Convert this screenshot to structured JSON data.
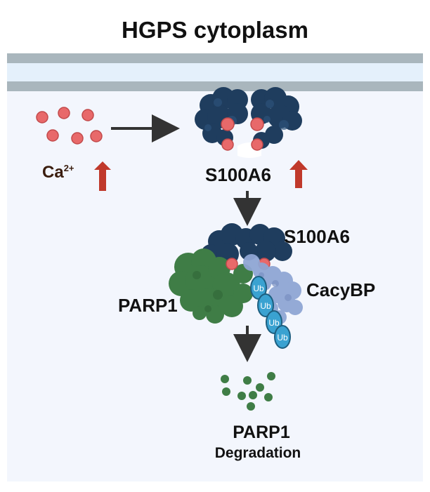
{
  "title": "HGPS cytoplasm",
  "labels": {
    "calcium_base": "Ca",
    "calcium_sup": "2+",
    "s100a6_top": "S100A6",
    "s100a6_complex": "S100A6",
    "parp1": "PARP1",
    "cacybp": "CacyBP",
    "parp1_result": "PARP1",
    "degradation": "Degradation",
    "ubiquitin": "Ub"
  },
  "colors": {
    "membrane_gray": "#a9b6bd",
    "membrane_inner": "#e4f0fb",
    "cytoplasm_bg": "#f3f6fd",
    "calcium_red": "#e8696a",
    "s100a6_blue": "#1f3d5e",
    "parp1_green": "#3f7d46",
    "cacybp_lavender": "#8fa6d4",
    "ubiquitin_blue": "#3aa2d1",
    "up_arrow_red": "#c0392b",
    "arrow_dark": "#333333"
  }
}
